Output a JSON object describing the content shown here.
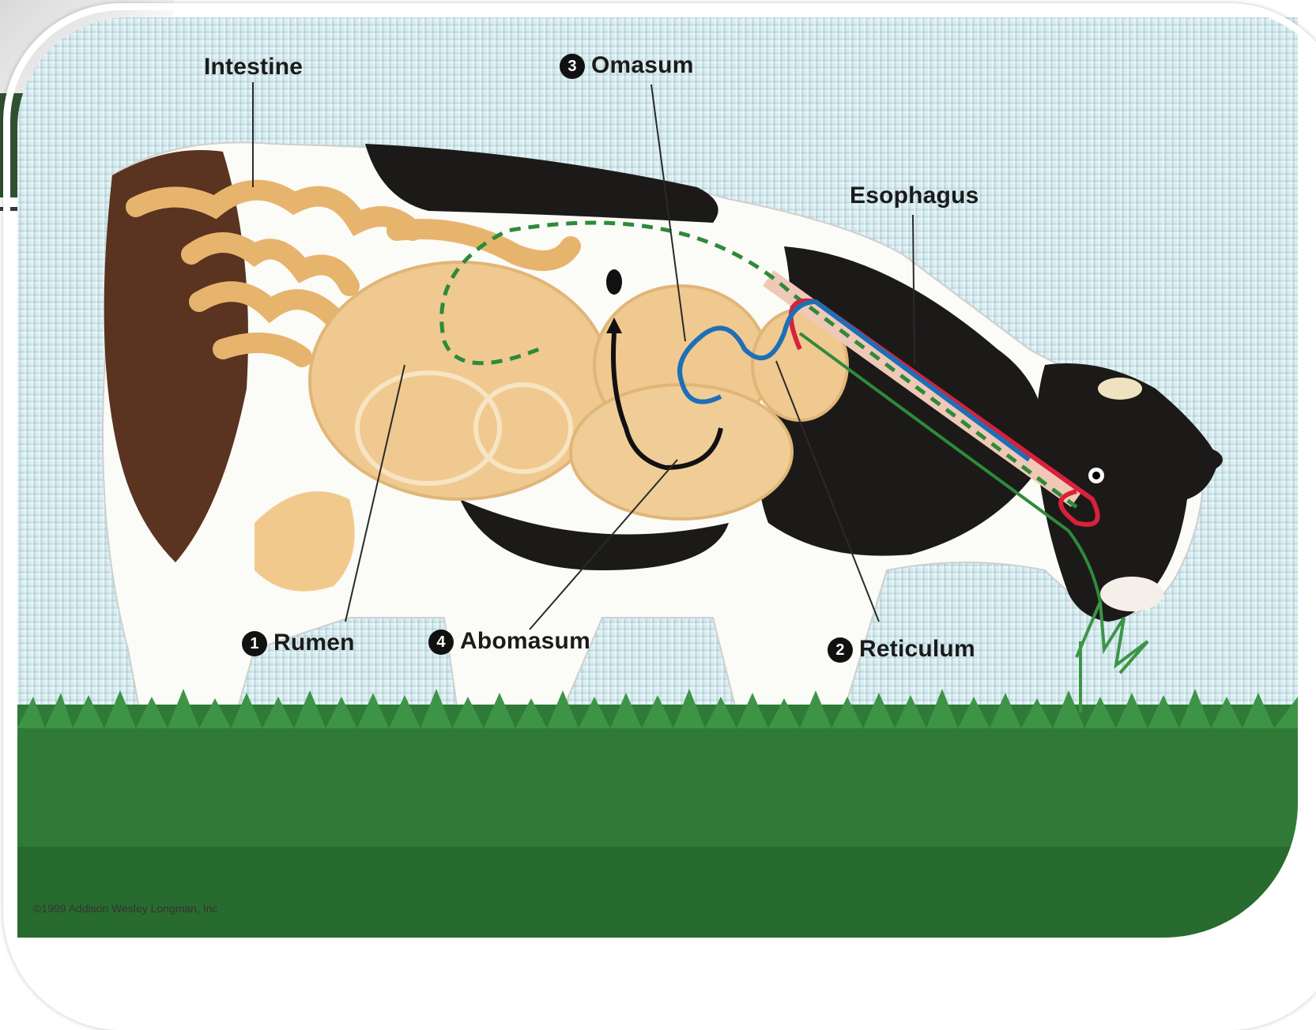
{
  "labels": {
    "intestine": "Intestine",
    "omasum": {
      "num": "3",
      "text": "Omasum"
    },
    "esophagus": "Esophagus",
    "rumen": {
      "num": "1",
      "text": "Rumen"
    },
    "abomasum": {
      "num": "4",
      "text": "Abomasum"
    },
    "reticulum": {
      "num": "2",
      "text": "Reticulum"
    }
  },
  "copyright": "©1999 Addison Wesley Longman, Inc",
  "colors": {
    "background_blue": "#d7eef2",
    "grass": "#2f7a36",
    "stomach": "#efc98f",
    "cow_black": "#1c1a19",
    "cow_brown": "#5a3321",
    "path_green": "#2e8a3a",
    "path_red": "#d8213a",
    "path_blue": "#1d6fb8",
    "path_black": "#111111",
    "frame_green": "#2f5130"
  }
}
